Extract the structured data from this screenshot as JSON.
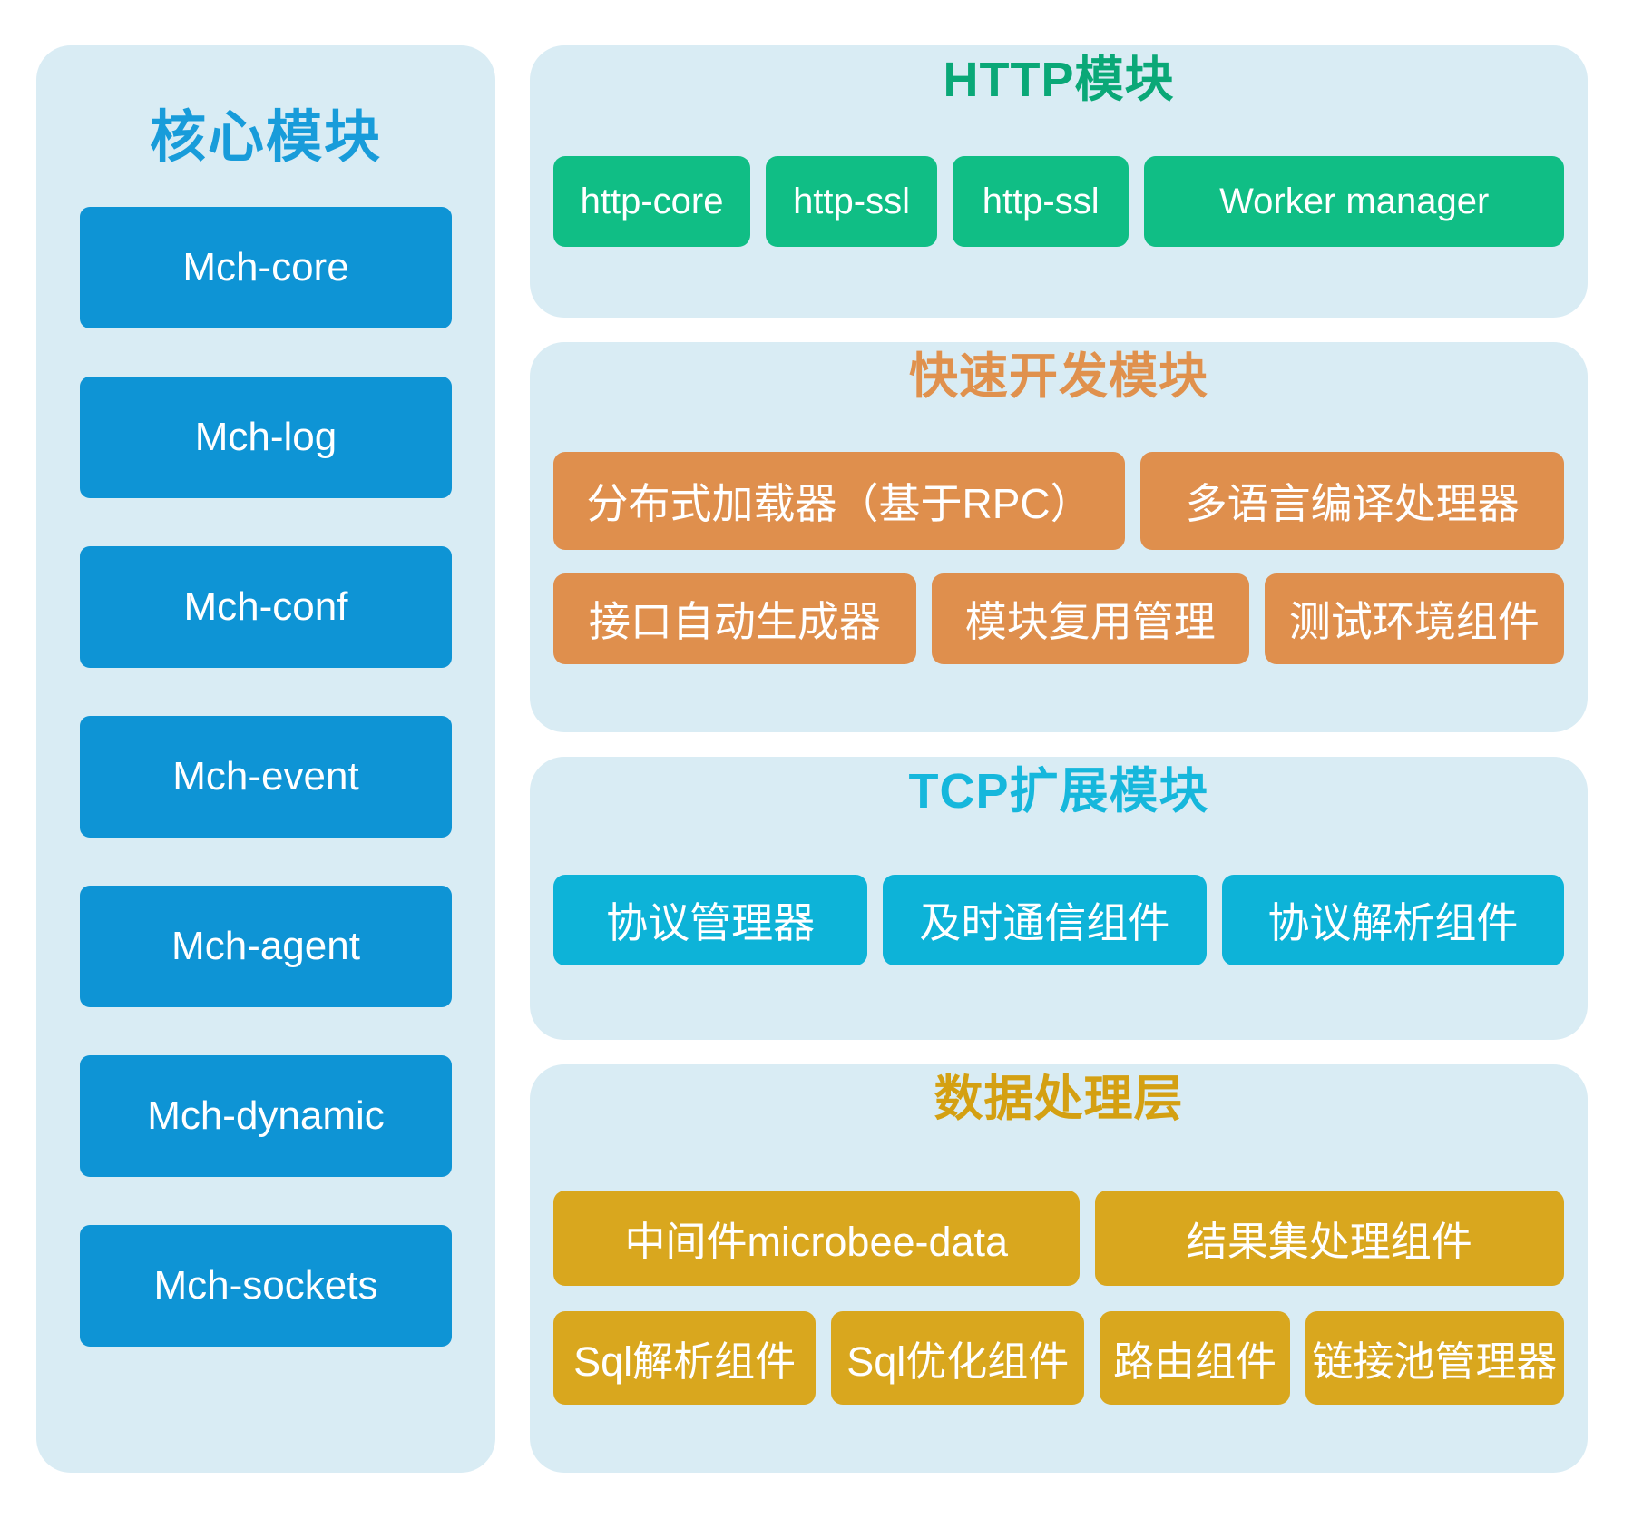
{
  "core_panel": {
    "title": "核心模块",
    "items": [
      "Mch-core",
      "Mch-log",
      "Mch-conf",
      "Mch-event",
      "Mch-agent",
      "Mch-dynamic",
      "Mch-sockets"
    ]
  },
  "http_panel": {
    "title": "HTTP模块",
    "items": [
      "http-core",
      "http-ssl",
      "http-ssl",
      "Worker manager"
    ]
  },
  "rapid_panel": {
    "title": "快速开发模块",
    "rows": [
      [
        "分布式加载器（基于RPC）",
        "多语言编译处理器"
      ],
      [
        "接口自动生成器",
        "模块复用管理",
        "测试环境组件"
      ]
    ]
  },
  "tcp_panel": {
    "title": "TCP扩展模块",
    "items": [
      "协议管理器",
      "及时通信组件",
      "协议解析组件"
    ]
  },
  "data_panel": {
    "title": "数据处理层",
    "rows": [
      [
        "中间件microbee-data",
        "结果集处理组件"
      ],
      [
        "Sql解析组件",
        "Sql优化组件",
        "路由组件",
        "链接池管理器"
      ]
    ]
  },
  "colors": {
    "panel_background": "#d9ecf4",
    "core_title": "#189cda",
    "core_box": "#0e94d5",
    "http_title": "#0aa877",
    "http_box": "#10be85",
    "rapid_title": "#e0914d",
    "rapid_box": "#df8f4d",
    "tcp_title": "#16b7dc",
    "tcp_box": "#0db3d8",
    "data_title": "#d4a012",
    "data_box": "#d9a71e"
  }
}
